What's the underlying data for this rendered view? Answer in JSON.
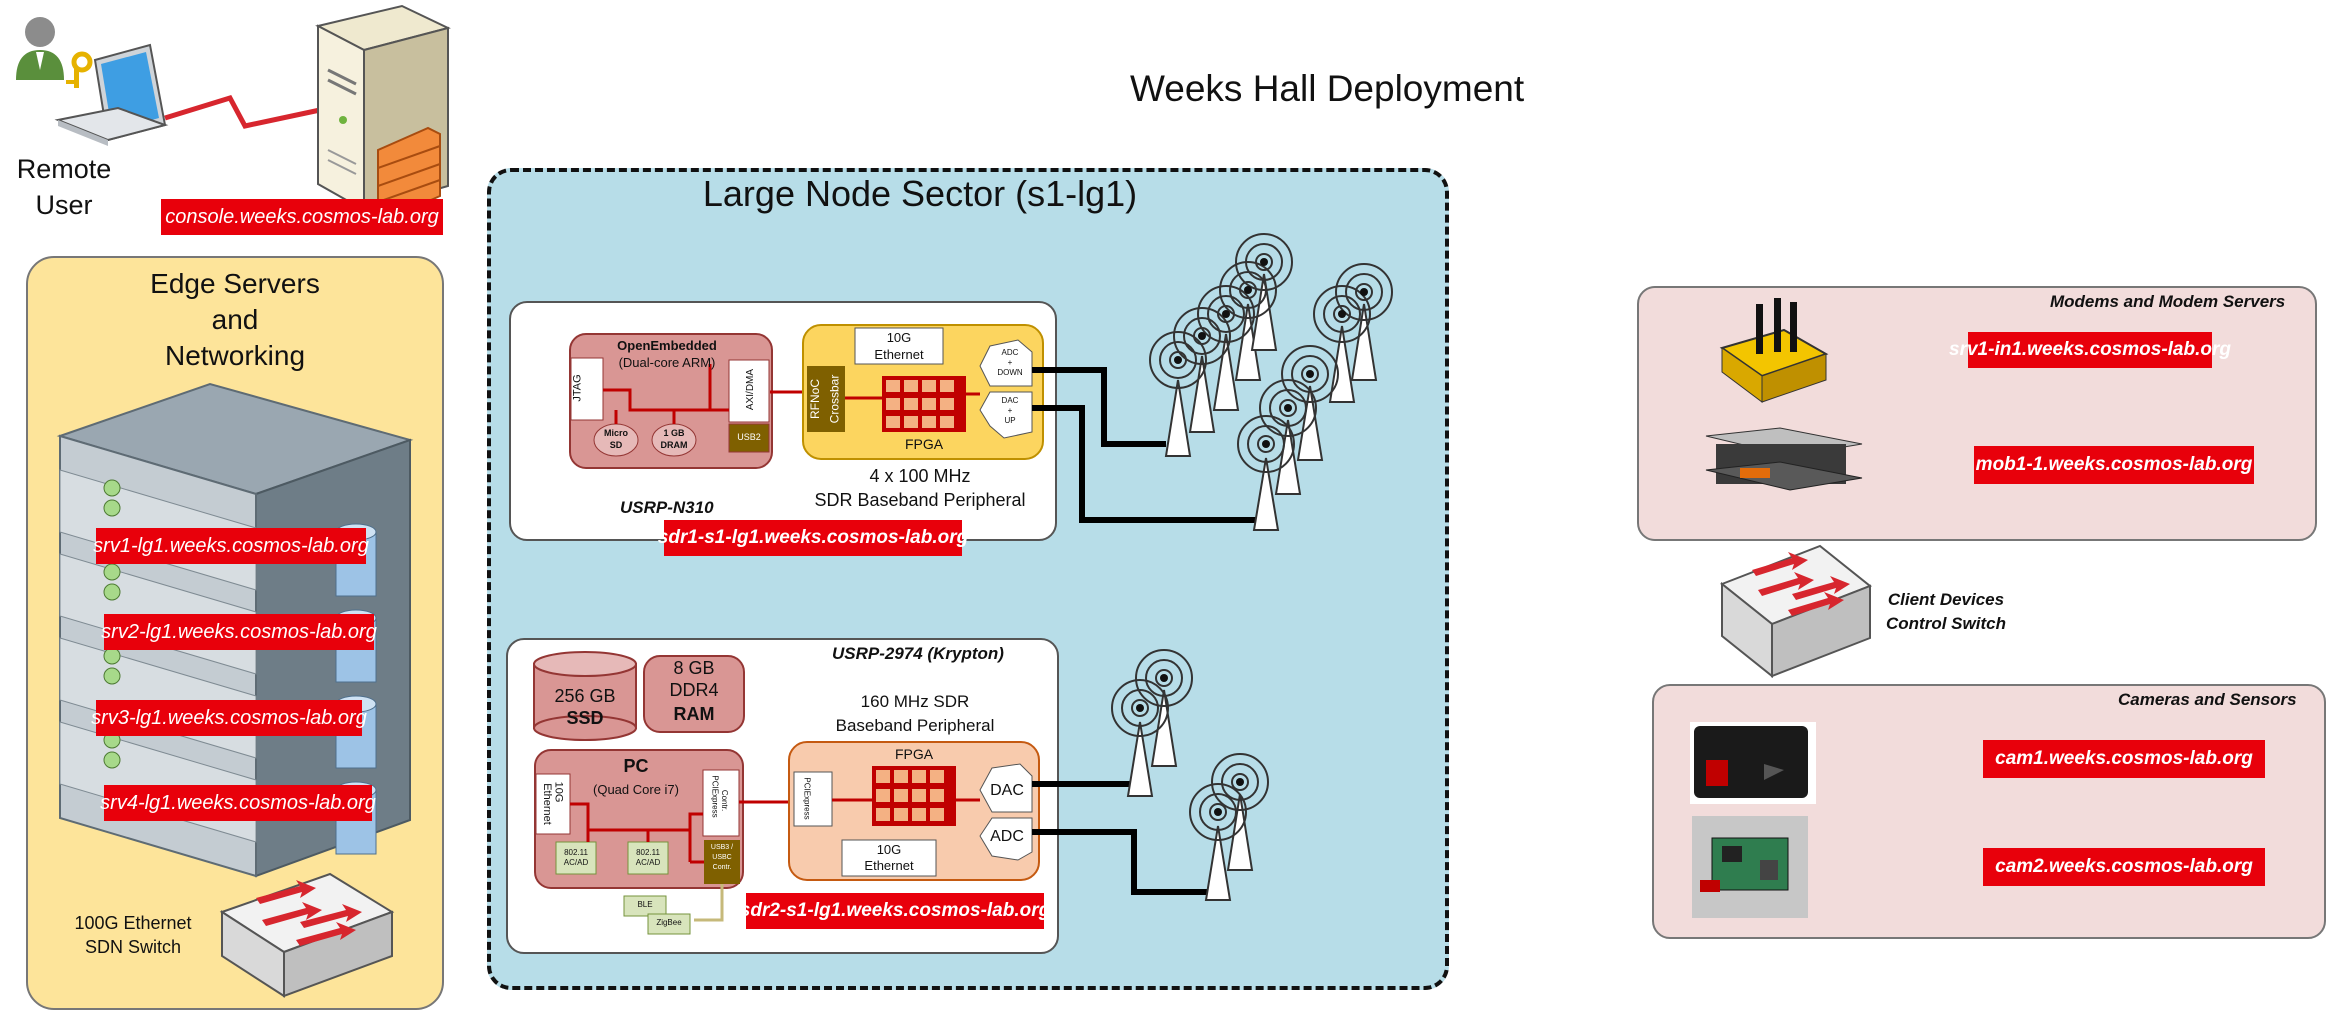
{
  "title": "Weeks Hall Deployment",
  "remote_user": {
    "label_line1": "Remote",
    "label_line2": "User",
    "console_tag": "console.weeks.cosmos-lab.org"
  },
  "edge": {
    "title_line1": "Edge Servers",
    "title_line2": "and",
    "title_line3": "Networking",
    "servers": [
      "srv1-lg1.weeks.cosmos-lab.org",
      "srv2-lg1.weeks.cosmos-lab.org",
      "srv3-lg1.weeks.cosmos-lab.org",
      "srv4-lg1.weeks.cosmos-lab.org"
    ],
    "switch_line1": "100G Ethernet",
    "switch_line2": "SDN Switch"
  },
  "sector": {
    "title": "Large Node Sector (s1-lg1)",
    "n310": {
      "name": "USRP-N310",
      "cpu_line1": "OpenEmbedded",
      "cpu_line2": "(Dual-core ARM)",
      "jtag": "JTAG",
      "axi": "AXI/DMA",
      "usb": "USB2",
      "microsd_1": "Micro",
      "microsd_2": "SD",
      "dram_1": "1 GB",
      "dram_2": "DRAM",
      "eth_1": "10G",
      "eth_2": "Ethernet",
      "rfnoc_1": "RFNoC",
      "rfnoc_2": "Crossbar",
      "fpga": "FPGA",
      "adc_1": "ADC",
      "adc_2": "+",
      "adc_3": "DOWN",
      "dac_1": "DAC",
      "dac_2": "+",
      "dac_3": "UP",
      "desc_line1": "4 x 100 MHz",
      "desc_line2": "SDR Baseband Peripheral",
      "tag": "sdr1-s1-lg1.weeks.cosmos-lab.org"
    },
    "x2974": {
      "name": "USRP-2974 (Krypton)",
      "ssd_1": "256 GB",
      "ssd_2": "SSD",
      "ram_1": "8 GB",
      "ram_2": "DDR4",
      "ram_3": "RAM",
      "pc_1": "PC",
      "pc_2": "(Quad Core i7)",
      "eth_1": "10G",
      "eth_2": "Ethernet",
      "pcie_ctrl_1": "PCIExpress",
      "pcie_ctrl_2": "Contr.",
      "wifi_1a": "802.11",
      "wifi_1b": "AC/AD",
      "wifi_2a": "802.11",
      "wifi_2b": "AC/AD",
      "usb_1": "USB3 /",
      "usb_2": "USBC",
      "usb_3": "Contr.",
      "ble": "BLE",
      "zigbee": "ZigBee",
      "desc_line1": "160 MHz SDR",
      "desc_line2": "Baseband Peripheral",
      "fpga": "FPGA",
      "pcie": "PCIExpress",
      "dac": "DAC",
      "adc": "ADC",
      "fpga_eth_1": "10G",
      "fpga_eth_2": "Ethernet",
      "tag": "sdr2-s1-lg1.weeks.cosmos-lab.org"
    }
  },
  "modems": {
    "title": "Modems and Modem Servers",
    "tags": [
      "srv1-in1.weeks.cosmos-lab.org",
      "mob1-1.weeks.cosmos-lab.org"
    ]
  },
  "client_switch": {
    "line1": "Client Devices",
    "line2": "Control Switch"
  },
  "cameras": {
    "title": "Cameras and Sensors",
    "tags": [
      "cam1.weeks.cosmos-lab.org",
      "cam2.weeks.cosmos-lab.org"
    ]
  },
  "colors": {
    "tag_red": "#e8000b",
    "edge_bg": "#fde49a",
    "sector_bg": "#b7dde8",
    "pink_bg": "#f2dcdb",
    "fpga_yellow": "#fcd55f",
    "cpu_red": "#d99694"
  }
}
